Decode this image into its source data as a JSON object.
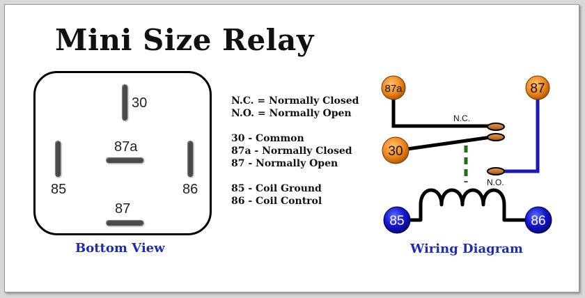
{
  "title": "Mini Size Relay",
  "bottom_view": {
    "caption": "Bottom View",
    "pins": {
      "p30": "30",
      "p87a": "87a",
      "p85": "85",
      "p86": "86",
      "p87": "87"
    }
  },
  "legend": {
    "group1": [
      "N.C. = Normally Closed",
      "N.O. = Normally Open"
    ],
    "group2": [
      "30 - Common",
      "87a - Normally Closed",
      "87 - Normally Open"
    ],
    "group3": [
      "85 - Coil Ground",
      "86 - Coil Control"
    ]
  },
  "wiring": {
    "caption": "Wiring Diagram",
    "terminals": {
      "t87a": "87a",
      "t87": "87",
      "t30": "30",
      "t85": "85",
      "t86": "86"
    },
    "contact_labels": {
      "nc": "N.C.",
      "no": "N.O."
    },
    "colors": {
      "orange_terminal": "#f08a1e",
      "blue_terminal": "#1414d0",
      "no_wire": "#1a1ab8",
      "armature_link": "#1e6e1e"
    }
  }
}
